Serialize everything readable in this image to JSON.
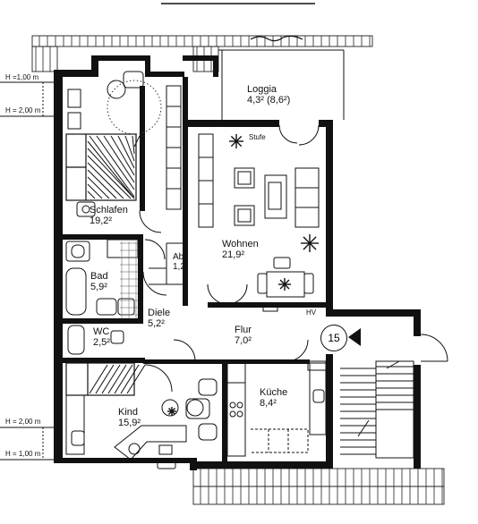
{
  "rooms": {
    "loggia": {
      "name": "Loggia",
      "area": "4,3² (8,6²)"
    },
    "schlafen": {
      "name": "Schlafen",
      "area": "19,2²"
    },
    "wohnen": {
      "name": "Wohnen",
      "area": "21,9²"
    },
    "ab": {
      "name": "Ab.",
      "area": "1,2²"
    },
    "bad": {
      "name": "Bad",
      "area": "5,9²"
    },
    "diele": {
      "name": "Diele",
      "area": "5,2²"
    },
    "flur": {
      "name": "Flur",
      "area": "7,0²"
    },
    "wc": {
      "name": "WC",
      "area": "2,5²"
    },
    "kueche": {
      "name": "Küche",
      "area": "8,4²"
    },
    "kind": {
      "name": "Kind",
      "area": "15,9²"
    }
  },
  "labels": {
    "stufe": "Stufe",
    "hv": "HV",
    "unit_number": "15"
  },
  "height_markers": {
    "top_1": "H =1,00 m",
    "top_2": "H = 2,00 m",
    "bottom_2": "H = 2,00 m",
    "bottom_1": "H = 1,00 m"
  }
}
